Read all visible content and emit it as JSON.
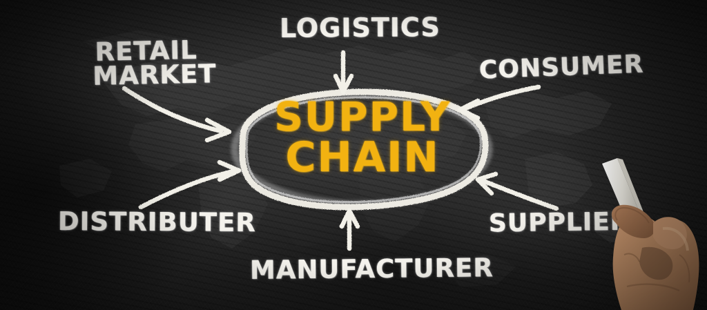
{
  "scene": {
    "title": "Supply Chain chalkboard diagram",
    "surface": "chalkboard",
    "background_color": "#1d1d1d",
    "chalk_color": "#f4f2ec",
    "accent_color": "#F2B211"
  },
  "center": {
    "line1": "SUPPLY",
    "line2": "CHAIN",
    "shape": "ellipse"
  },
  "nodes": [
    {
      "id": "retail-market",
      "label_line1": "RETAIL",
      "label_line2": "MARKET",
      "position": "top-left",
      "arrow": "curved-arrow-right-down"
    },
    {
      "id": "logistics",
      "label": "LOGISTICS",
      "position": "top-center",
      "arrow": "straight-arrow-down"
    },
    {
      "id": "consumer",
      "label": "CONSUMER",
      "position": "top-right",
      "arrow": "curved-arrow-left"
    },
    {
      "id": "distributer",
      "label": "DISTRIBUTER",
      "position": "bottom-left",
      "arrow": "curved-arrow-right-up"
    },
    {
      "id": "manufacturer",
      "label": "MANUFACTURER",
      "position": "bottom-center",
      "arrow": "straight-arrow-up"
    },
    {
      "id": "supplier",
      "label": "SUPPLIER",
      "position": "bottom-right",
      "arrow": "curved-arrow-left-up"
    }
  ],
  "hand": {
    "description": "hand holding chalk",
    "chalk_color": "#f2f0ea",
    "skin_color": "#c08e66"
  }
}
